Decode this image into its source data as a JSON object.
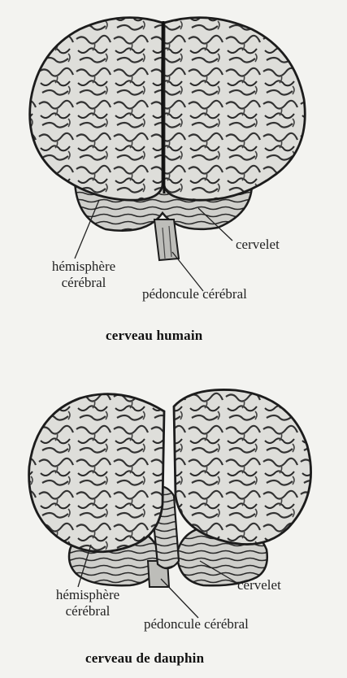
{
  "human": {
    "label_cerebellum": "cervelet",
    "label_hemisphere_line1": "hémisphère",
    "label_hemisphere_line2": "cérébral",
    "label_peduncle": "pédoncule cérébral",
    "caption": "cerveau humain"
  },
  "dolphin": {
    "label_cerebellum": "cervelet",
    "label_hemisphere_line1": "hémisphère",
    "label_hemisphere_line2": "cérébral",
    "label_peduncle": "pédoncule cérébral",
    "caption": "cerveau de dauphin"
  },
  "colors": {
    "background": "#f3f3f0",
    "ink": "#1c1c1c",
    "brain_fill": "#d9d9d6"
  }
}
